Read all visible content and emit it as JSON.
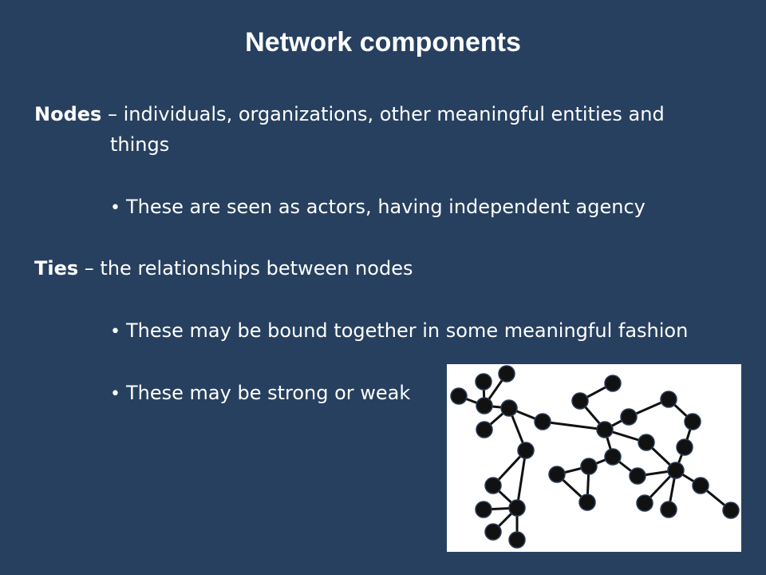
{
  "slide": {
    "title": "Network components",
    "nodes_term": "Nodes",
    "nodes_def": " – individuals, organizations, other meaningful entities and",
    "nodes_def_cont": "things",
    "nodes_bullet": "These are seen as actors, having independent agency",
    "ties_term": "Ties",
    "ties_def": " – the relationships between nodes",
    "ties_bullet_1": "These may be bound together in some meaningful fashion",
    "ties_bullet_2": "These may be strong or weak"
  },
  "colors": {
    "background": "#27405f",
    "text": "#ffffff",
    "node_fill": "#111111",
    "edge": "#111111",
    "figure_bg": "#ffffff"
  }
}
